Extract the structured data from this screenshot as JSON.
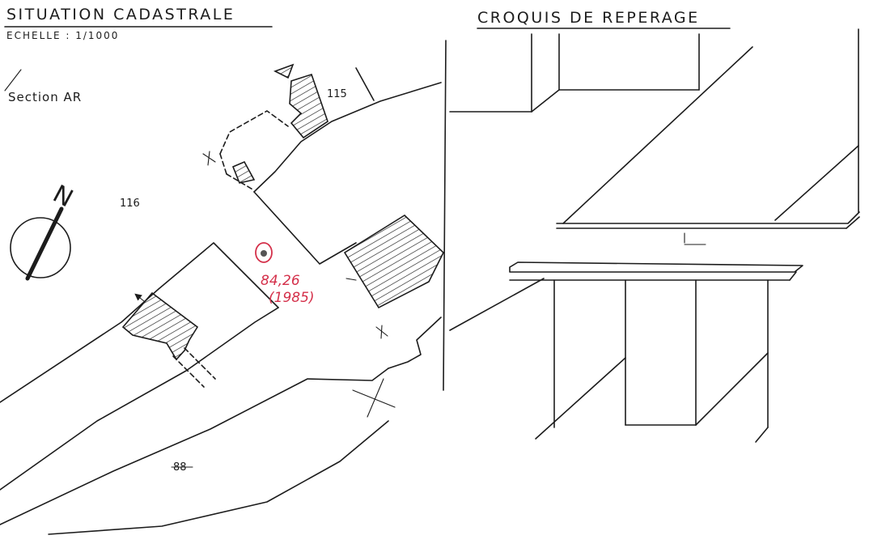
{
  "left_panel": {
    "title": "SITUATION CADASTRALE",
    "scale": "ECHELLE : 1/1000",
    "section": "Section AR",
    "north_label": "N",
    "parcels": {
      "p115": "115",
      "p116": "116",
      "p88": "88"
    },
    "benchmark": {
      "marker": "◉",
      "altitude": "84,26",
      "year": "(1985)",
      "color": "#d4304a"
    }
  },
  "right_panel": {
    "title": "CROQUIS DE REPERAGE"
  },
  "colors": {
    "ink": "#1c1c1c",
    "annotation": "#d4304a",
    "paper": "#ffffff"
  }
}
